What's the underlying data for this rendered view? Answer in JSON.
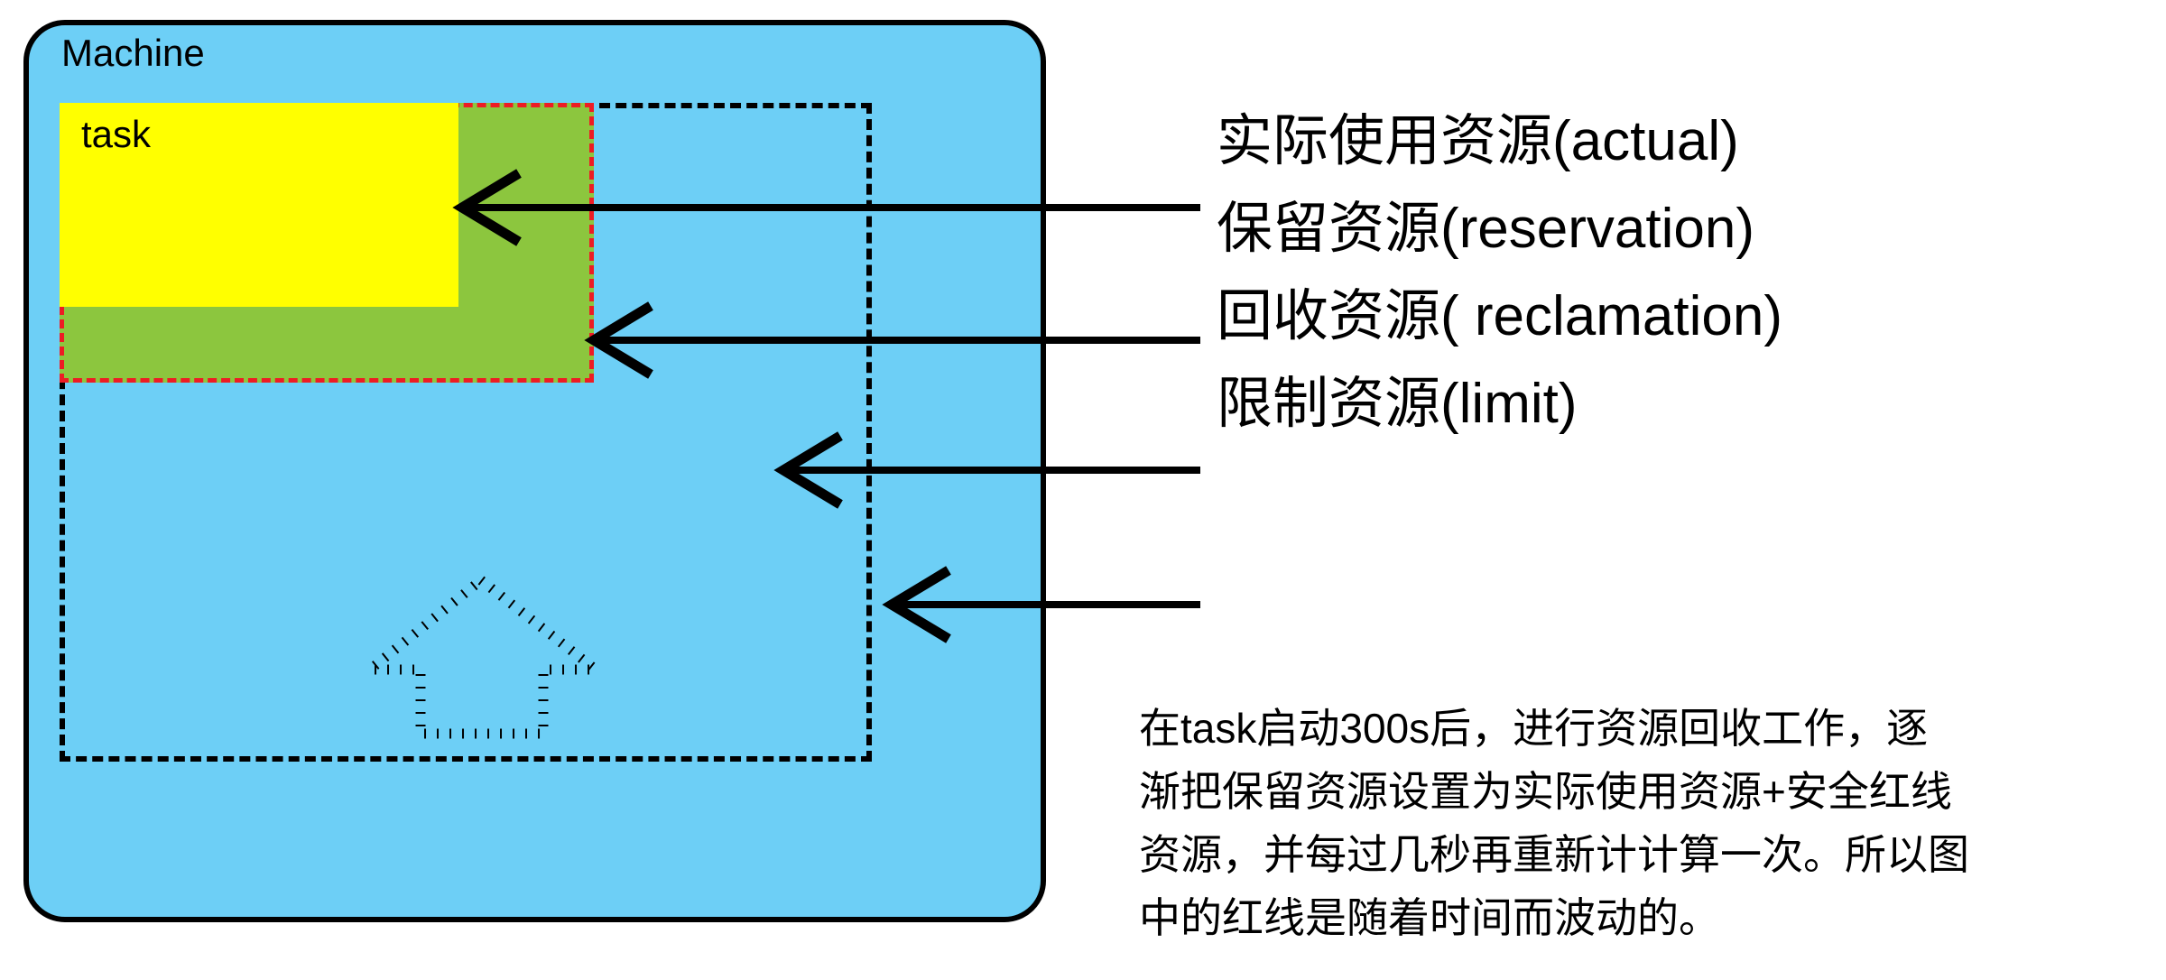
{
  "diagram": {
    "machine": {
      "label": "Machine"
    },
    "task": {
      "label": "task"
    },
    "colors": {
      "machine_fill": "#6DCFF6",
      "actual_fill": "#FFFF00",
      "reservation_fill": "#8CC63E",
      "reservation_border": "#ED1C24",
      "limit_border": "#000000",
      "outline": "#000000",
      "background": "#FFFFFF"
    },
    "legend": [
      {
        "label": "实际使用资源(actual)",
        "target": "actual-used-region"
      },
      {
        "label": "保留资源(reservation)",
        "target": "reservation-region"
      },
      {
        "label": "回收资源( reclamation)",
        "target": "reclamation-region"
      },
      {
        "label": "限制资源(limit)",
        "target": "limit-region"
      }
    ],
    "note": {
      "lines": [
        "在task启动300s后，进行资源回收工作，逐",
        "渐把保留资源设置为实际使用资源+安全红线",
        "资源，并每过几秒再重新计计算一次。所以图",
        "中的红线是随着时间而波动的。"
      ]
    },
    "reclaim_arrow": {
      "direction": "up",
      "style": "dotted-outline"
    }
  }
}
